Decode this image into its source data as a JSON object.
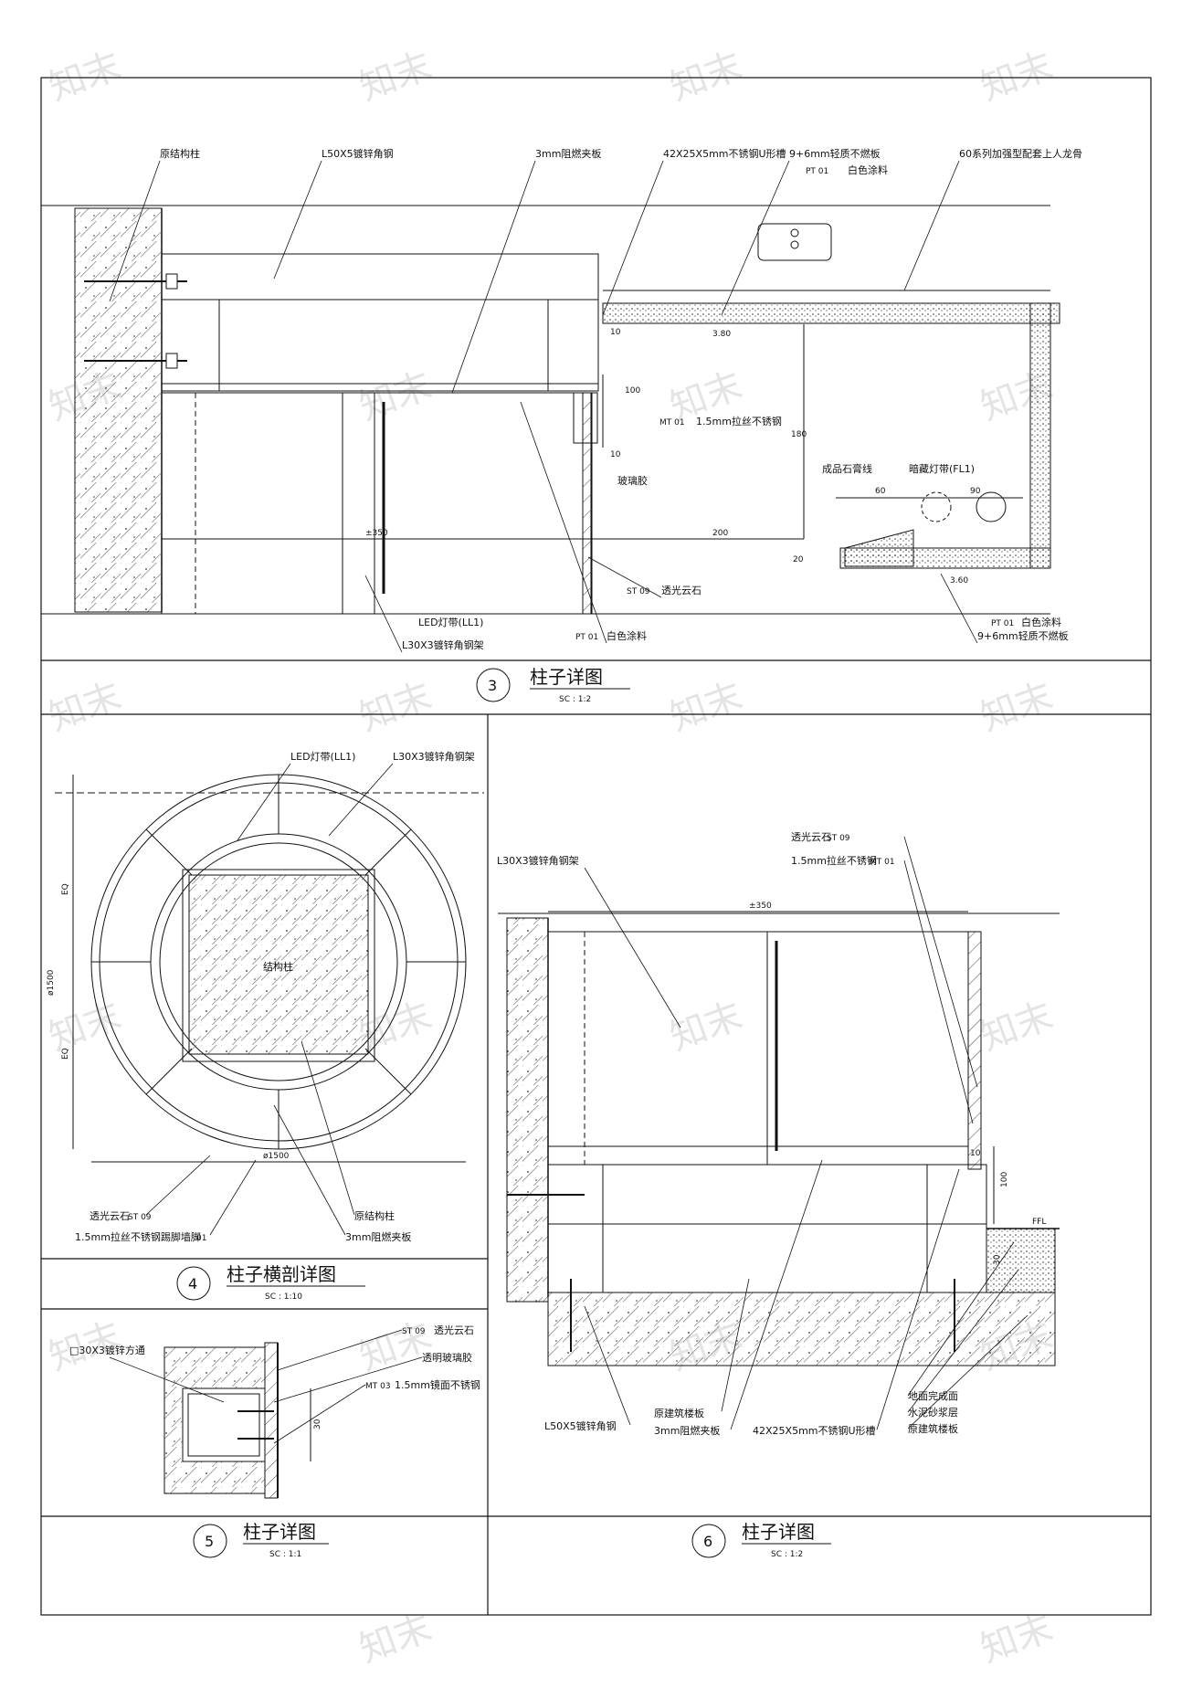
{
  "watermark": "知末",
  "colors": {
    "line": "#111111",
    "watermark": "#e4e4e4",
    "hatch": "#444444"
  },
  "detail3": {
    "number": "3",
    "title": "柱子详图",
    "scale": "SC :   1:2",
    "labels": {
      "l1": "原结构柱",
      "l2": "L50X5镀锌角钢",
      "l3": "3mm阻燃夹板",
      "l4": "42X25X5mm不锈钢U形槽",
      "l5": "9+6mm轻质不燃板",
      "l6": "白色涂料",
      "l7": "60系列加强型配套上人龙骨",
      "l8": "1.5mm拉丝不锈钢",
      "l9": "玻璃胶",
      "l10": "成品石膏线",
      "l11": "暗藏灯带(FL1)",
      "l12": "透光云石",
      "l13": "LED灯带(LL1)",
      "l14": "L30X3镀锌角钢架",
      "l15": "白色涂料",
      "l16": "白色涂料",
      "l17": "9+6mm轻质不燃板"
    },
    "tags": {
      "pt1": "PT 01",
      "mt1": "MT 01",
      "st9": "ST 09",
      "pt2": "PT 01",
      "pt3": "PT 01"
    },
    "dims": {
      "d10a": "10",
      "d10b": "10",
      "d100": "100",
      "d180": "180",
      "d60": "60",
      "d90": "90",
      "d20": "20",
      "d200": "200",
      "dpm350": "±350",
      "d380": "3.80",
      "d360": "3.60"
    }
  },
  "detail4": {
    "number": "4",
    "title": "柱子横剖详图",
    "scale": "SC :    1:10",
    "labels": {
      "l1": "LED灯带(LL1)",
      "l2": "L30X3镀锌角钢架",
      "l3": "结构柱",
      "l4": "透光云石",
      "l5": "1.5mm拉丝不锈钢踢脚墙脚",
      "l6": "原结构柱",
      "l7": "3mm阻燃夹板"
    },
    "tags": {
      "st9": "ST 09",
      "o1": "01"
    },
    "dims": {
      "eq1": "EQ",
      "eq2": "EQ",
      "dia1": "ø1500",
      "dia2": "ø1500"
    }
  },
  "detail5": {
    "number": "5",
    "title": "柱子详图",
    "scale": "SC :    1:1",
    "labels": {
      "l1": "□30X3镀锌方通",
      "l2": "透光云石",
      "l3": "透明玻璃胶",
      "l4": "1.5mm镜面不锈钢"
    },
    "tags": {
      "st9": "ST 09",
      "mt3": "MT 03"
    },
    "dims": {
      "d30": "30"
    }
  },
  "detail6": {
    "number": "6",
    "title": "柱子详图",
    "scale": "SC :    1:2",
    "labels": {
      "l1": "透光云石",
      "l2": "1.5mm拉丝不锈钢",
      "l3": "L30X3镀锌角钢架",
      "l4": "L50X5镀锌角钢",
      "l5": "原建筑楼板",
      "l6": "3mm阻燃夹板",
      "l7": "42X25X5mm不锈钢U形槽",
      "l8": "地面完成面",
      "l9": "水泥砂浆层",
      "l10": "原建筑楼板"
    },
    "tags": {
      "st9": "ST 09",
      "mt1": "MT 01"
    },
    "dims": {
      "dpm350": "±350",
      "d10": "10",
      "d100": "100",
      "ffl": "FFL",
      "d30": "30"
    }
  }
}
